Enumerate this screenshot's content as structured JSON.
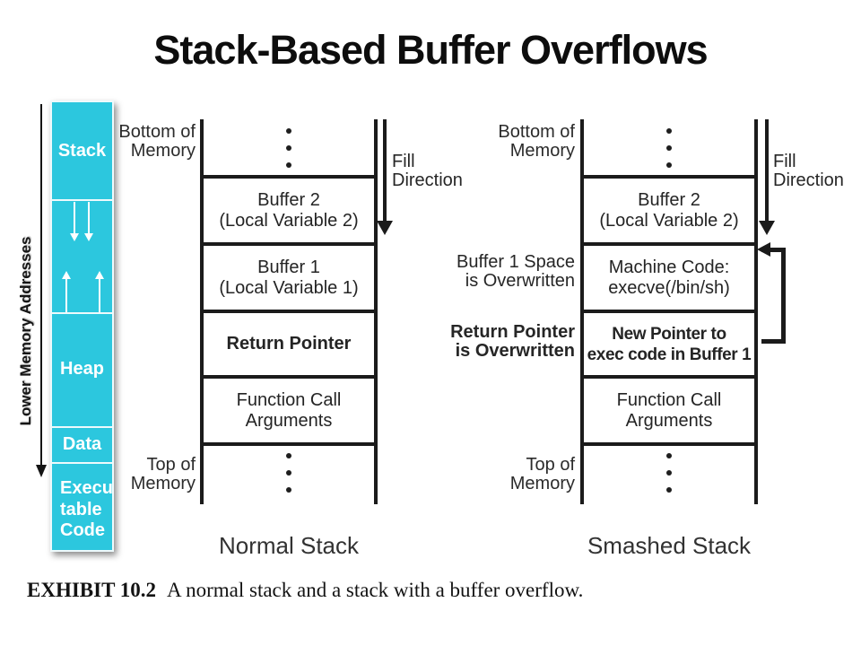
{
  "title": "Stack-Based Buffer Overflows",
  "memory_map": {
    "axis_label": "Lower Memory Addresses",
    "stack_label": "Stack",
    "heap_label": "Heap",
    "data_label": "Data",
    "exec_label": "Execu\ntable\nCode",
    "fill_color": "#2cc7de"
  },
  "normal_stack": {
    "name": "Normal Stack",
    "bottom_label": "Bottom of\nMemory",
    "top_label": "Top of\nMemory",
    "fill_label": "Fill\nDirection",
    "cells": [
      {
        "text": "Buffer 2\n(Local Variable 2)"
      },
      {
        "text": "Buffer 1\n(Local Variable 1)"
      },
      {
        "text": "Return Pointer"
      },
      {
        "text": "Function Call\nArguments"
      }
    ]
  },
  "smashed_stack": {
    "name": "Smashed Stack",
    "bottom_label": "Bottom of\nMemory",
    "top_label": "Top of\nMemory",
    "fill_label": "Fill\nDirection",
    "cells": [
      {
        "text": "Buffer 2\n(Local Variable 2)"
      },
      {
        "text": "Machine Code:\nexecve(/bin/sh)"
      },
      {
        "text": "New Pointer to\nexec code in Buffer 1"
      },
      {
        "text": "Function Call\nArguments"
      }
    ],
    "annotations": [
      {
        "text": "Buffer 1 Space\nis Overwritten"
      },
      {
        "text": "Return Pointer\nis Overwritten"
      }
    ]
  },
  "caption": {
    "label": "EXHIBIT 10.2",
    "text": "A normal stack and a stack with a buffer overflow."
  }
}
